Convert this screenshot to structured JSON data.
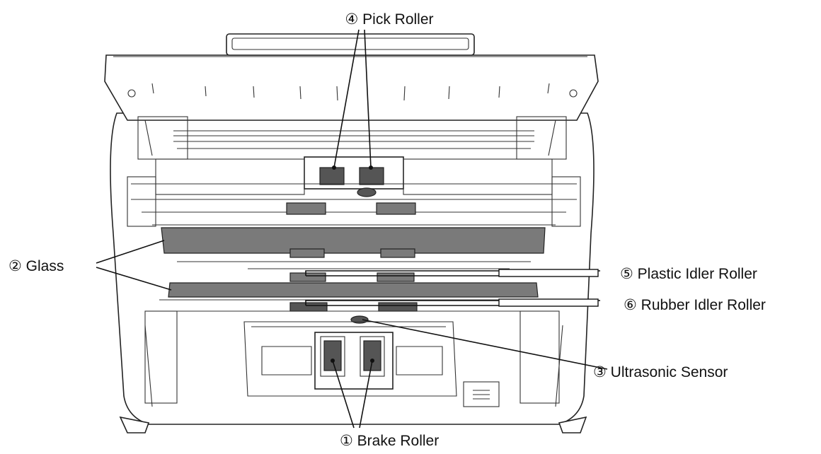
{
  "callouts": {
    "pick_roller": "④ Pick Roller",
    "glass": "② Glass",
    "plastic_idler_roller": "⑤ Plastic Idler Roller",
    "rubber_idler_roller": "⑥ Rubber Idler Roller",
    "ultrasonic_sensor": "③ Ultrasonic Sensor",
    "brake_roller": "① Brake Roller"
  }
}
